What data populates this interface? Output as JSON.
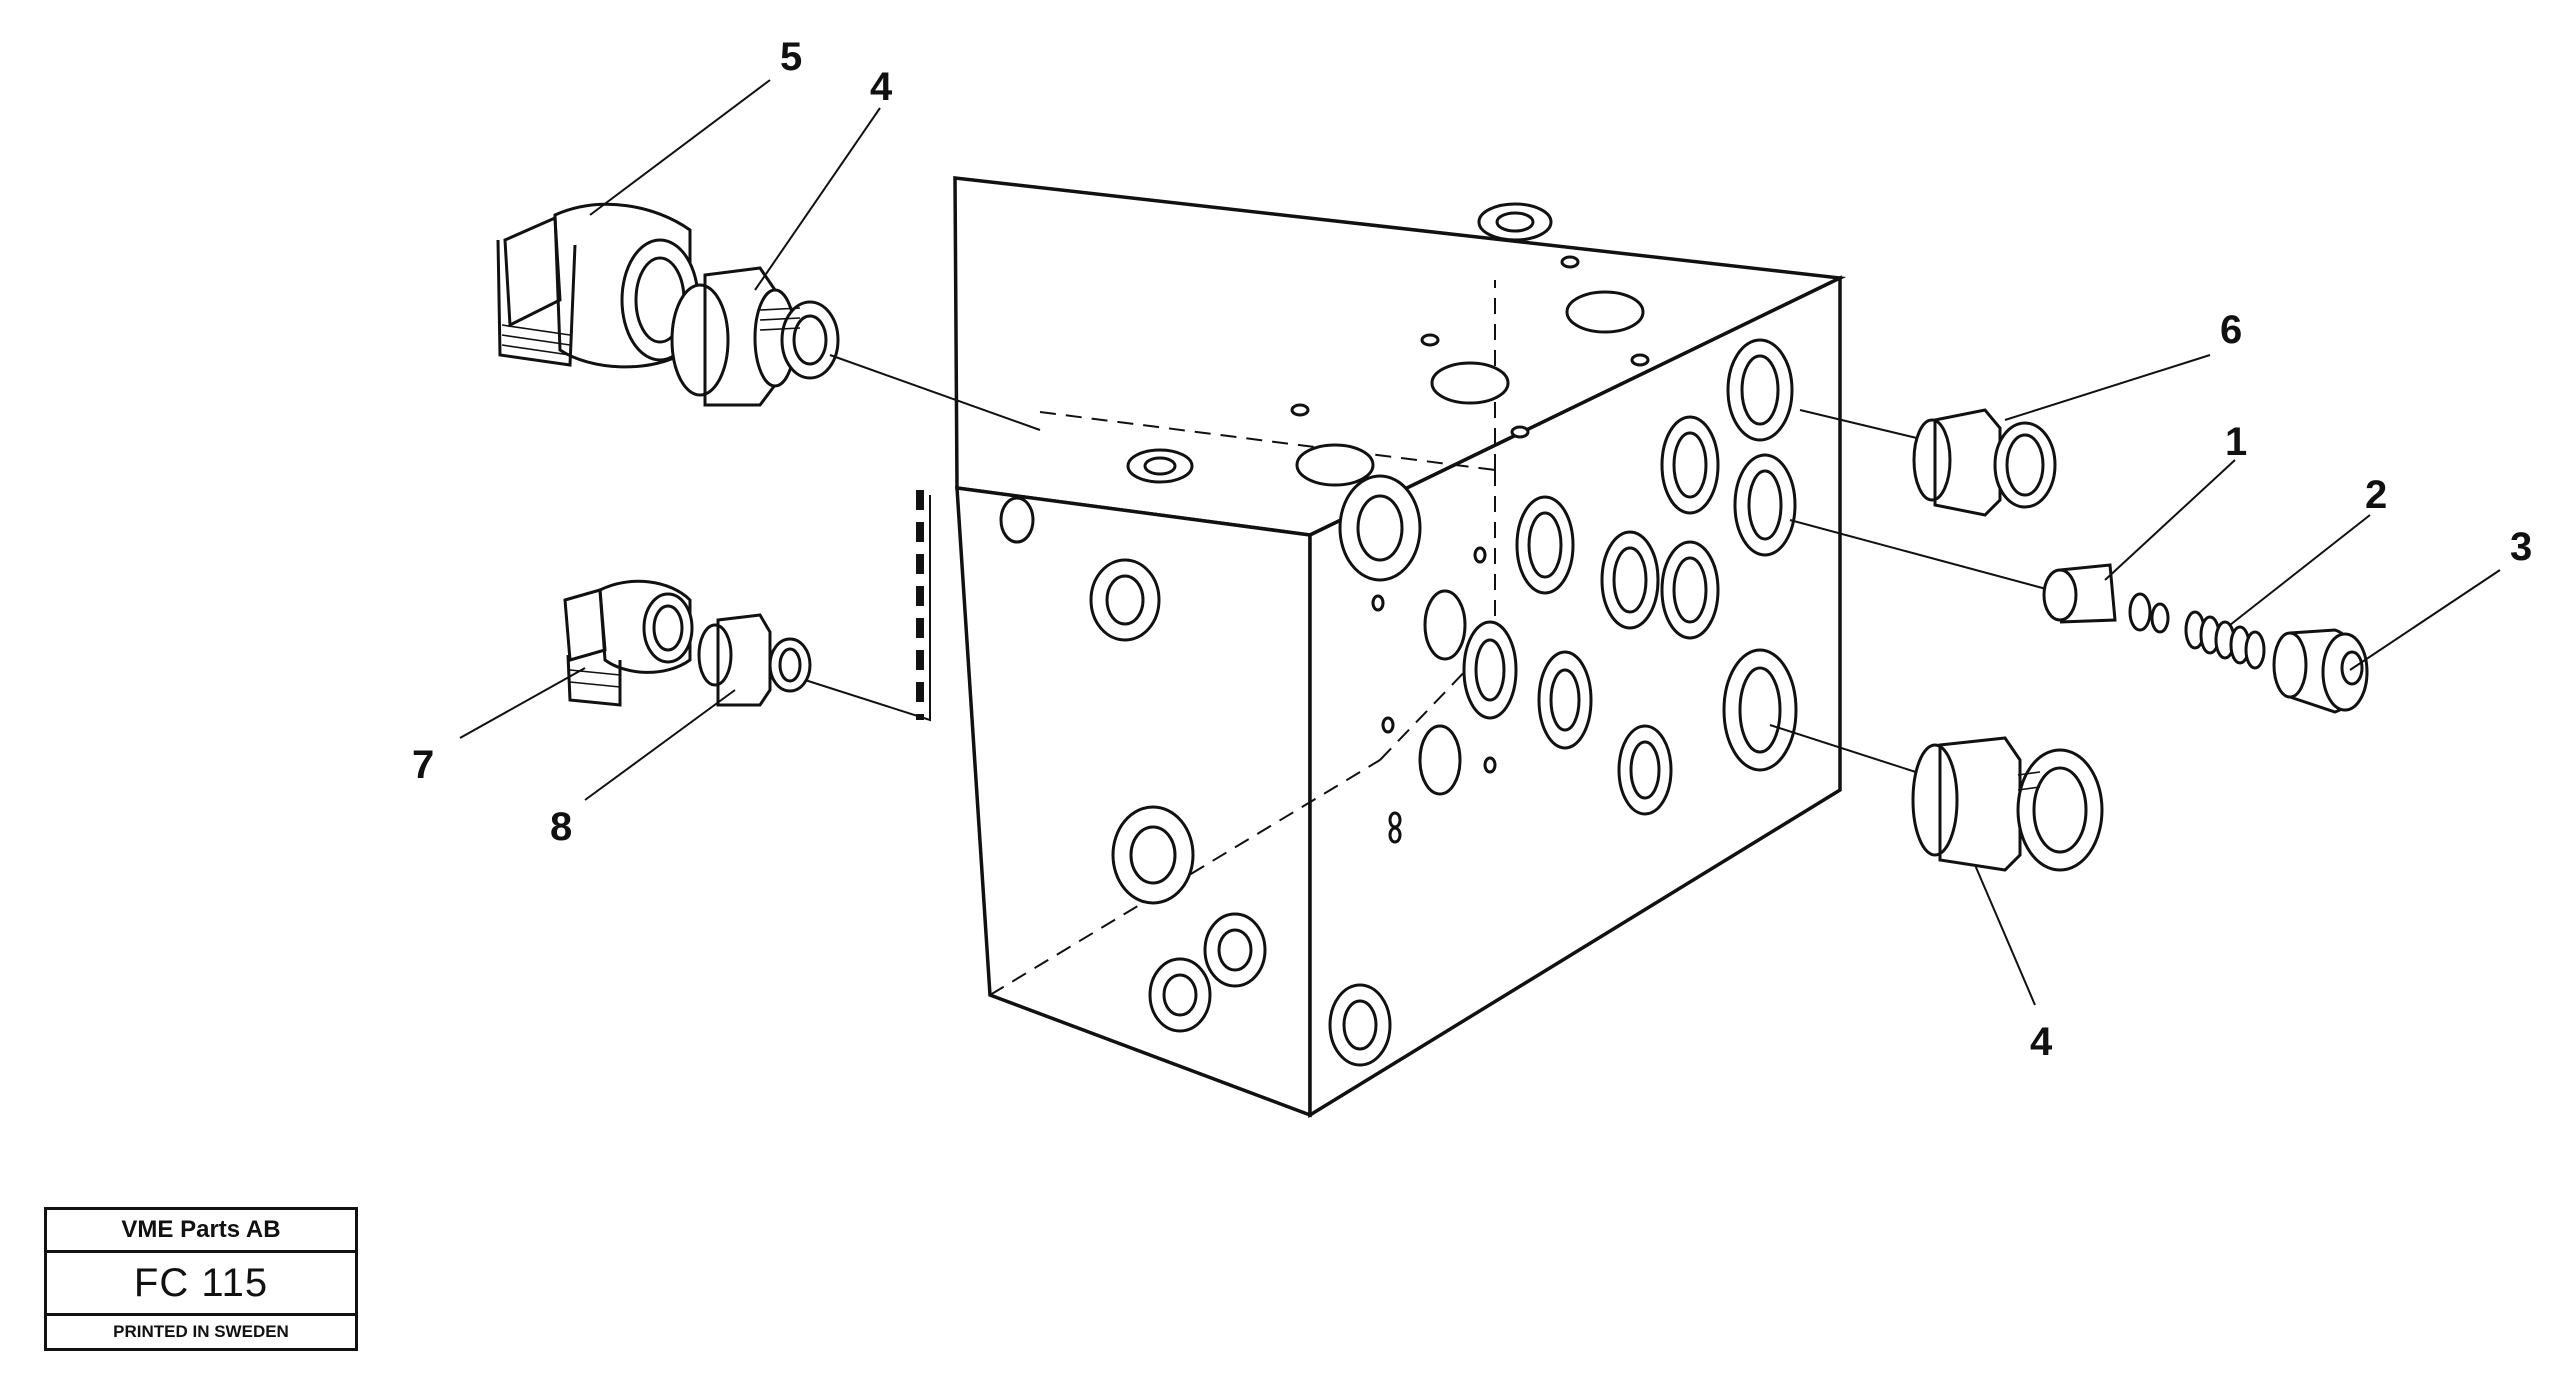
{
  "callouts": {
    "c5": "5",
    "c4_top": "4",
    "c6": "6",
    "c1": "1",
    "c2": "2",
    "c3": "3",
    "c7": "7",
    "c8": "8",
    "c4_bottom": "4"
  },
  "title_block": {
    "company": "VME Parts AB",
    "code": "FC 115",
    "printed": "PRINTED IN SWEDEN"
  }
}
